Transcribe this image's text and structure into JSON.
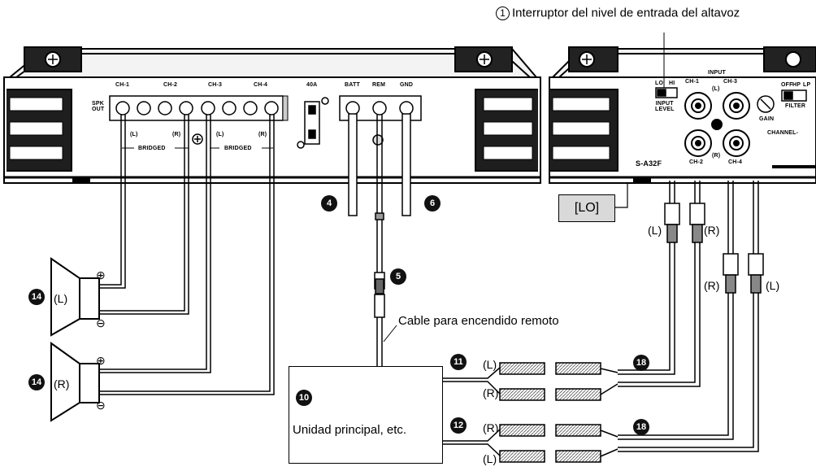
{
  "title": "Interruptor del nivel de entrada del altavoz",
  "title_number": "1",
  "lo_label": "[LO]",
  "remote_cable": "Cable para encendido remoto",
  "head_unit": {
    "number": "10",
    "label": "Unidad principal, etc."
  },
  "amp_left": {
    "spk_out": [
      "SPK",
      "OUT"
    ],
    "channels": [
      "CH-1",
      "CH-2",
      "CH-3",
      "CH-4"
    ],
    "lr_marks": [
      "(L)",
      "(R)",
      "(L)",
      "(R)"
    ],
    "bridged": "BRIDGED",
    "fuse": "40A",
    "power": [
      "BATT",
      "REM",
      "GND"
    ]
  },
  "amp_right": {
    "input": "INPUT",
    "input_level": [
      "INPUT",
      "LEVEL"
    ],
    "channels": [
      "CH-1",
      "CH-3",
      "CH-2",
      "CH-4"
    ],
    "lr": [
      "(L)",
      "(R)"
    ],
    "model": "S-A32F",
    "channel_minus": "CHANNEL-",
    "filter": "FILTER",
    "switch_marks": [
      "LO",
      "HI"
    ],
    "filter_marks": [
      "OFF",
      "HP",
      "LP"
    ],
    "gain": "GAIN"
  },
  "callouts": {
    "c4": "4",
    "c5": "5",
    "c6": "6",
    "c11": "11",
    "c12": "12",
    "c14a": "14",
    "c14b": "14",
    "c18a": "18",
    "c18b": "18"
  },
  "speakers": {
    "top": {
      "label": "(L)",
      "plus": "⊕",
      "minus": "⊖"
    },
    "bottom": {
      "label": "(R)",
      "plus": "⊕",
      "minus": "⊖"
    }
  },
  "rca": {
    "right_plugs_top": [
      "(L)",
      "(R)"
    ],
    "right_plugs_low": [
      "(R)",
      "(L)"
    ],
    "group11": [
      "(L)",
      "(R)"
    ],
    "group12": [
      "(R)",
      "(L)"
    ]
  }
}
